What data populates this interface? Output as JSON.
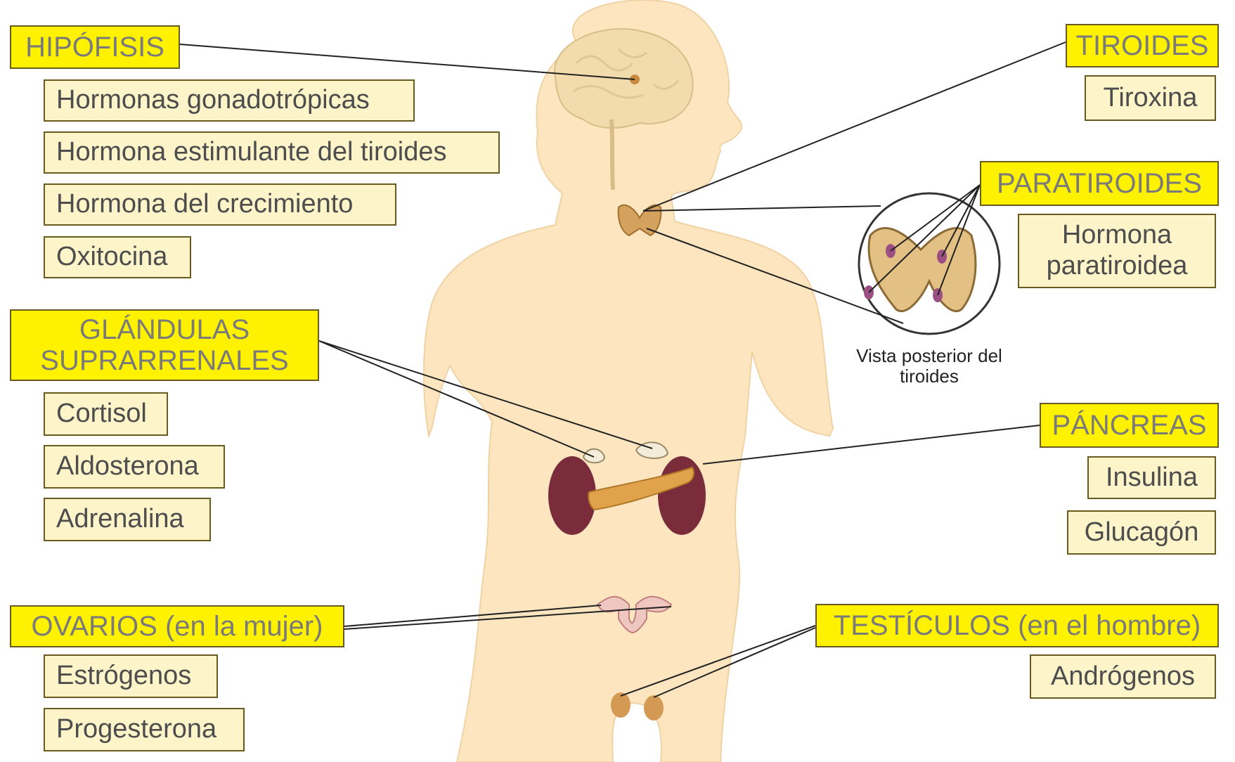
{
  "glands": {
    "hipofisis": {
      "label": "HIPÓFISIS",
      "hormones": [
        "Hormonas gonadotrópicas",
        "Hormona estimulante del tiroides",
        "Hormona del crecimiento",
        "Oxitocina"
      ]
    },
    "suprarrenales": {
      "label": "GLÁNDULAS SUPRARRENALES",
      "hormones": [
        "Cortisol",
        "Aldosterona",
        "Adrenalina"
      ]
    },
    "ovarios": {
      "label": "OVARIOS (en la mujer)",
      "hormones": [
        "Estrógenos",
        "Progesterona"
      ]
    },
    "tiroides": {
      "label": "TIROIDES",
      "hormones": [
        "Tiroxina"
      ]
    },
    "paratiroides": {
      "label": "PARATIROIDES",
      "hormones": [
        "Hormona paratiroidea"
      ]
    },
    "pancreas": {
      "label": "PÁNCREAS",
      "hormones": [
        "Insulina",
        "Glucagón"
      ]
    },
    "testiculos": {
      "label": "TESTÍCULOS (en el hombre)",
      "hormones": [
        "Andrógenos"
      ]
    }
  },
  "inset_caption": "Vista posterior del tiroides",
  "colors": {
    "gland_label_bg": "#fff200",
    "hormone_label_bg": "#fdf5c9",
    "skin": "#fde6bf",
    "kidney": "#7a2c3a",
    "pancreas": "#e0a24a"
  }
}
